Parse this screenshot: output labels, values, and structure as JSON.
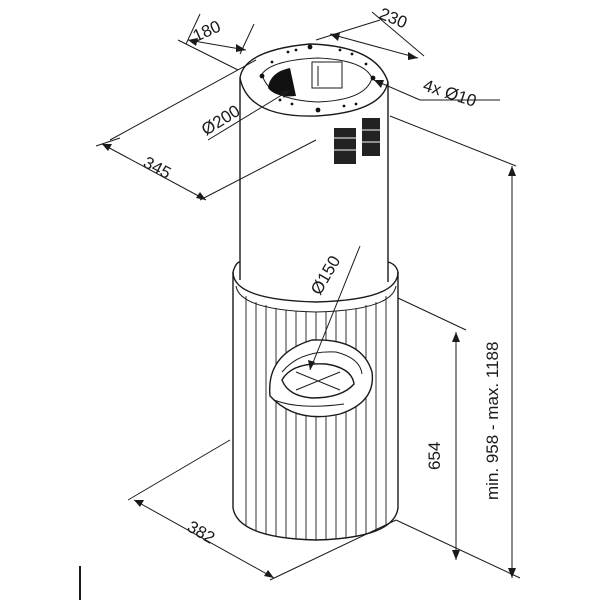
{
  "dimensions": {
    "top_depth": "180",
    "top_width": "230",
    "duct_diameter": "Ø200",
    "screw_holes": "4x Ø10",
    "total_depth": "345",
    "outlet_diameter": "Ø150",
    "hood_height": "654",
    "total_height_range": "min. 958 - max. 1188",
    "base_diameter": "382"
  },
  "colors": {
    "line": "#1a1a1a",
    "grille": "#222222"
  }
}
